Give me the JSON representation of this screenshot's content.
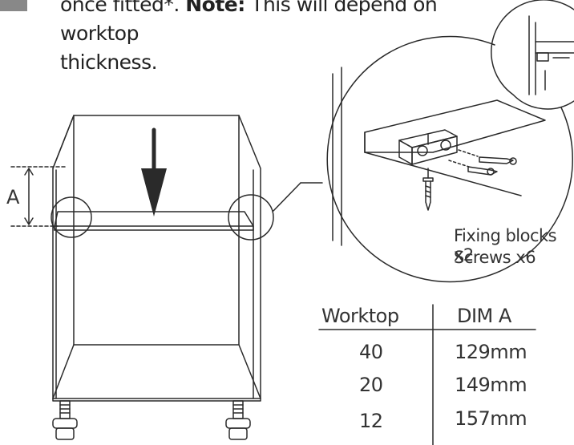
{
  "intro": {
    "line1_pre": "once fitted*. ",
    "note_label": "Note:",
    "line1_post": " This will depend on worktop",
    "line2": "thickness."
  },
  "dimension_label": "A",
  "captions": {
    "fixing_blocks": "Fixing blocks x2",
    "screws": "Screws x6"
  },
  "table": {
    "headers": [
      "Worktop",
      "DIM A"
    ],
    "rows": [
      [
        "40",
        "129mm"
      ],
      [
        "20",
        "149mm"
      ],
      [
        "12",
        "157mm"
      ]
    ]
  },
  "colors": {
    "line": "#2a2a2a",
    "badge": "#888888"
  }
}
